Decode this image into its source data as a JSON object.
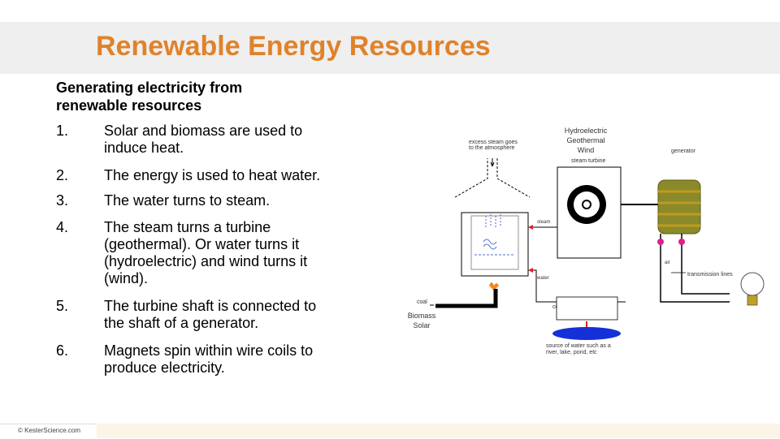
{
  "slide": {
    "title": "Renewable Energy Resources",
    "subtitle_line1": "Generating electricity from",
    "subtitle_line2": "renewable resources",
    "credit": "© KesterScience.com"
  },
  "steps": [
    {
      "num": "1.",
      "lines": [
        "Solar and biomass are used to",
        "induce heat."
      ]
    },
    {
      "num": "2.",
      "lines": [
        "The energy is used to heat water."
      ]
    },
    {
      "num": "3.",
      "lines": [
        "The water turns to steam."
      ]
    },
    {
      "num": "4.",
      "lines": [
        "The steam turns a turbine",
        "(geothermal). Or water turns it",
        "(hydroelectric) and wind turns it",
        "(wind)."
      ]
    },
    {
      "num": "5.",
      "lines": [
        "The turbine shaft is connected to",
        "the shaft of a generator."
      ]
    },
    {
      "num": "6.",
      "lines": [
        "Magnets spin within wire coils to",
        "produce electricity."
      ]
    }
  ],
  "diagram": {
    "label_hydro": "Hydroelectric",
    "label_geo": "Geothermal",
    "label_wind": "Wind",
    "label_excess_1": "excess steam goes",
    "label_excess_2": "to the atmosphere",
    "label_steam_turbine": "steam turbine",
    "label_generator": "generator",
    "label_steam": "steam",
    "label_water": "water",
    "label_coal": "coal",
    "label_biomass": "Biomass",
    "label_solar": "Solar",
    "label_condenser": "condenser",
    "label_air": "air",
    "label_transmission": "transmission lines",
    "label_source_1": "source of water such as a",
    "label_source_2": "river, lake, pond, etc",
    "colors": {
      "accent": "#e0822a",
      "arrow": "#e02020",
      "water": "#1530d8",
      "magenta": "#e0208c",
      "generator": "#8a8a2a"
    }
  }
}
